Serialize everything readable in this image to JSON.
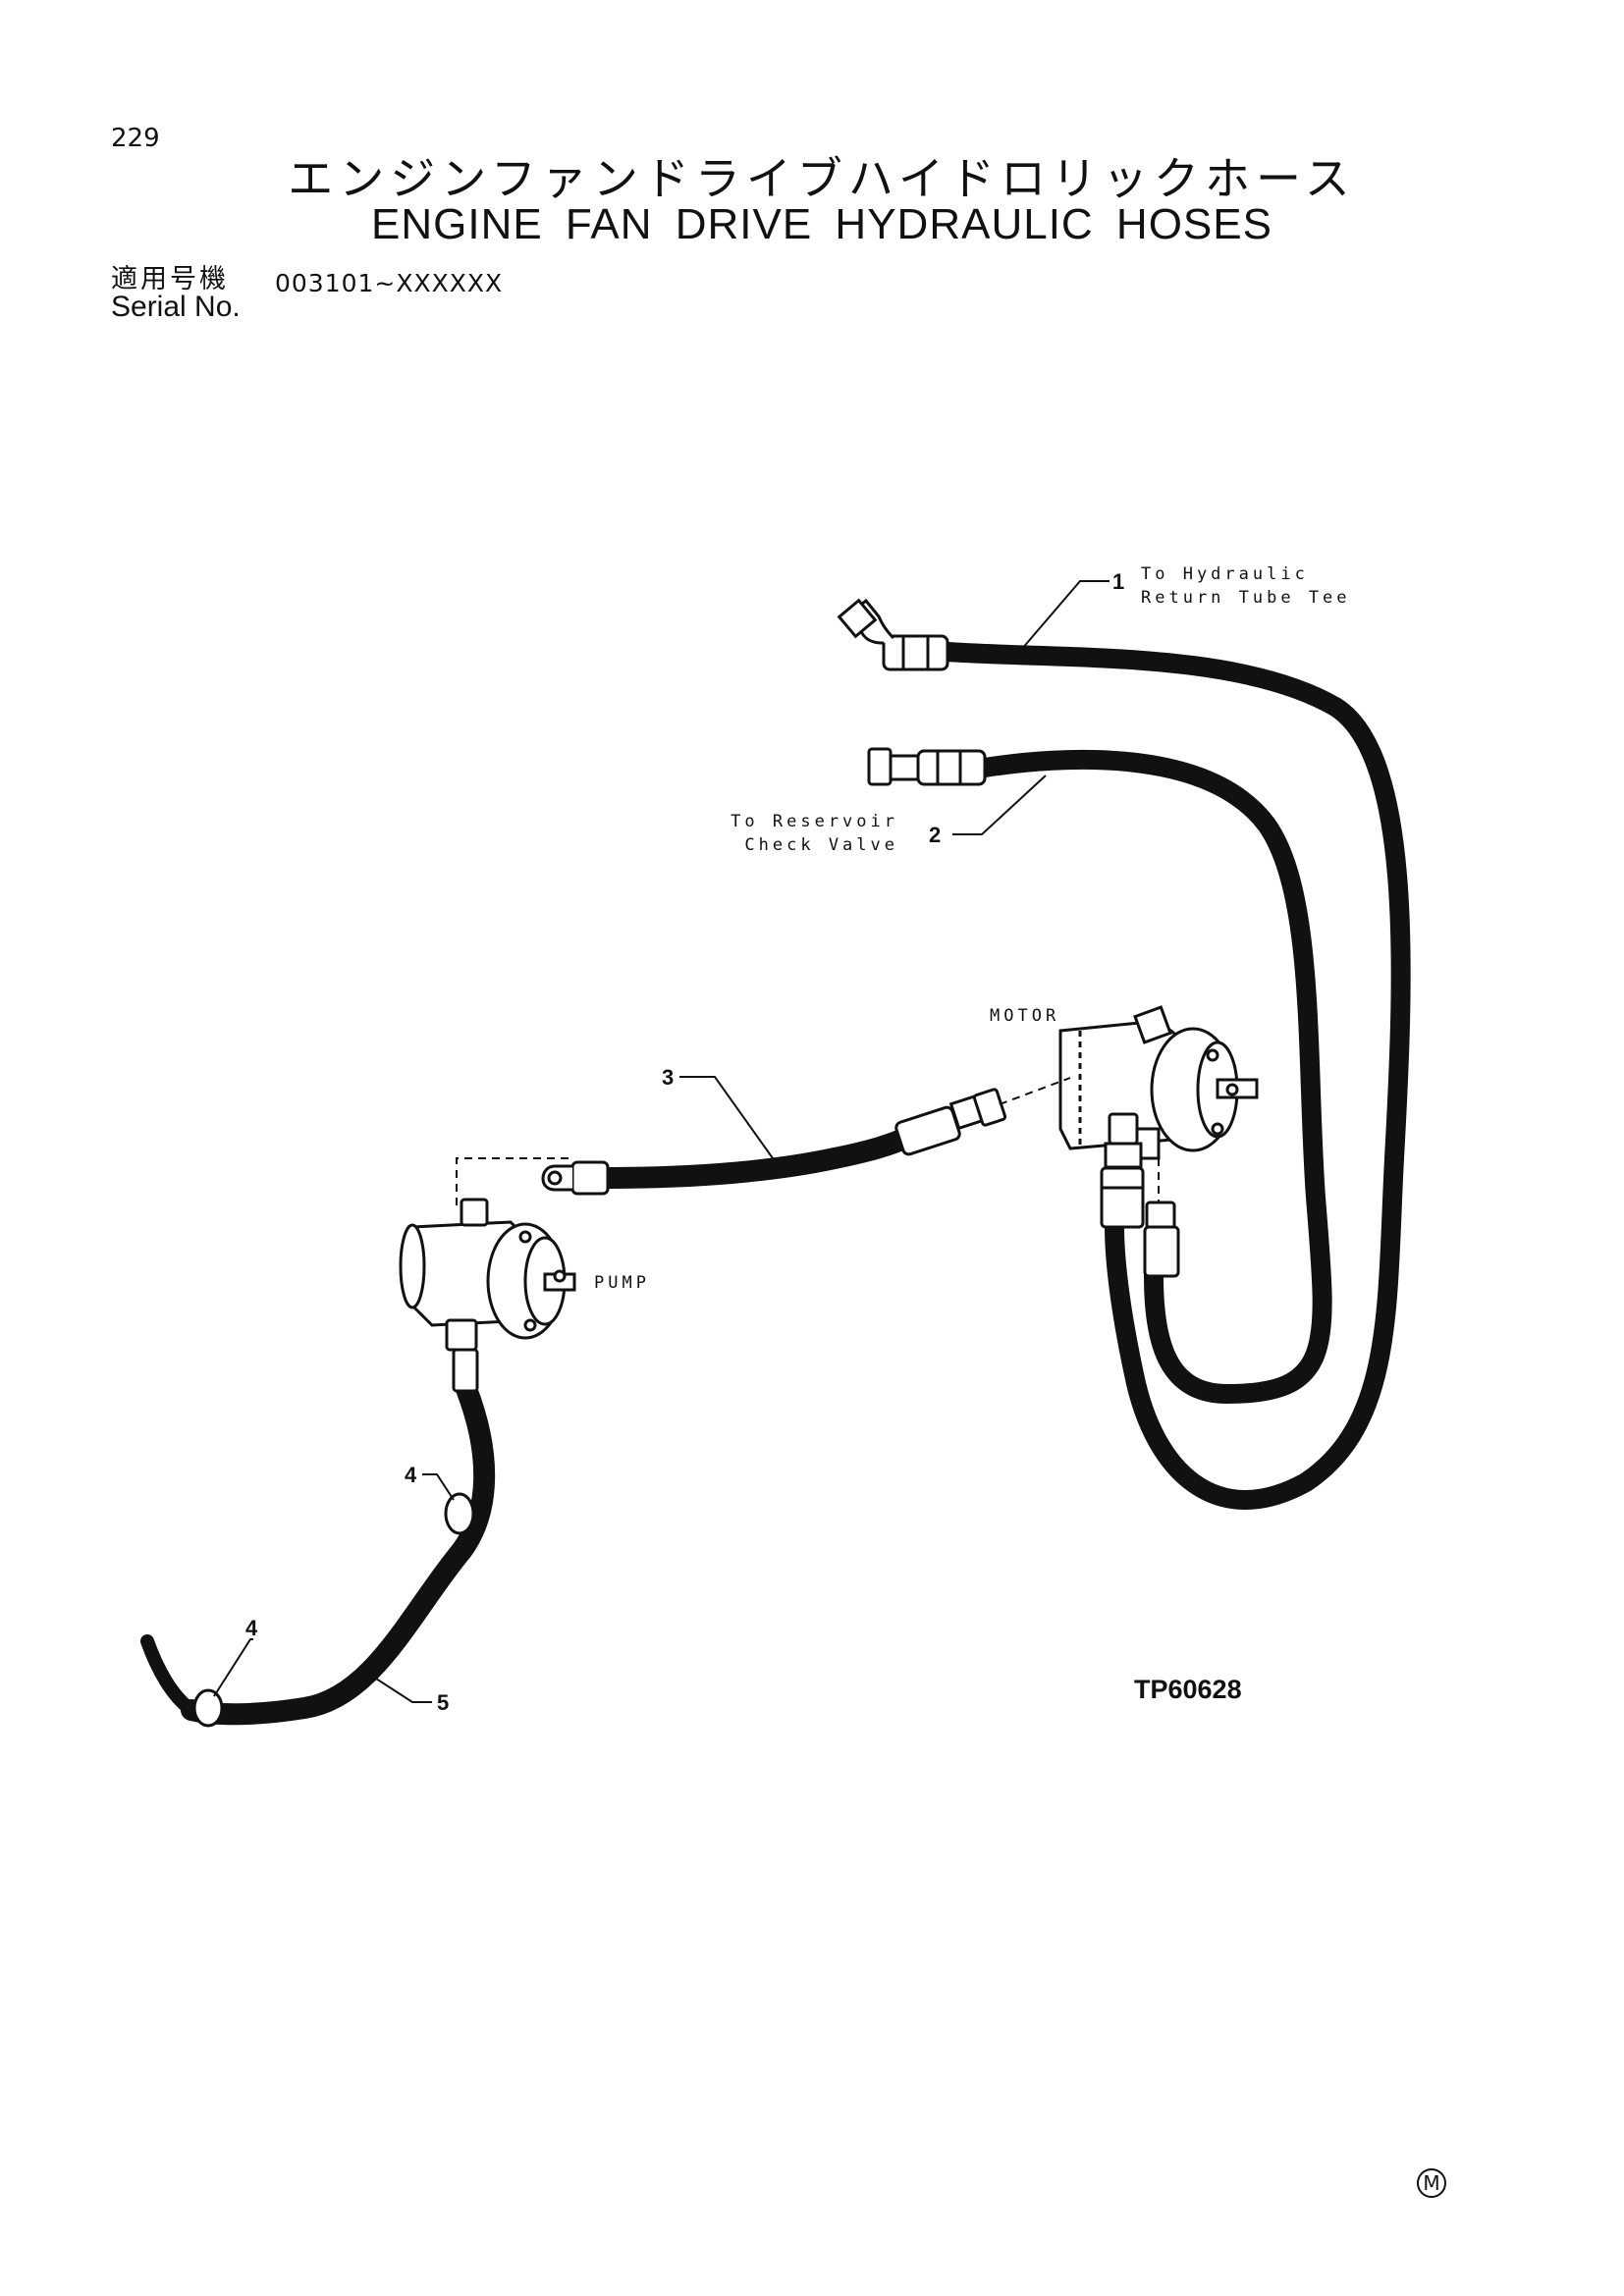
{
  "header": {
    "page_number": "229",
    "title_jp": "エンジンファンドライブハイドロリックホース",
    "title_en": "ENGINE FAN DRIVE HYDRAULIC HOSES",
    "serial_label_jp": "適用号機",
    "serial_label_en": "Serial No.",
    "serial_range": "003101~XXXXXX"
  },
  "diagram": {
    "callouts": [
      {
        "number": "1",
        "text_line1": "To Hydraulic",
        "text_line2": "Return Tube Tee"
      },
      {
        "number": "2",
        "text_line1": "To Reservoir",
        "text_line2": "Check Valve"
      },
      {
        "number": "3"
      },
      {
        "number": "4"
      },
      {
        "number": "4"
      },
      {
        "number": "5"
      }
    ],
    "component_labels": {
      "motor": "MOTOR",
      "pump": "PUMP"
    },
    "figure_code": "TP60628",
    "corner_mark": "M"
  }
}
